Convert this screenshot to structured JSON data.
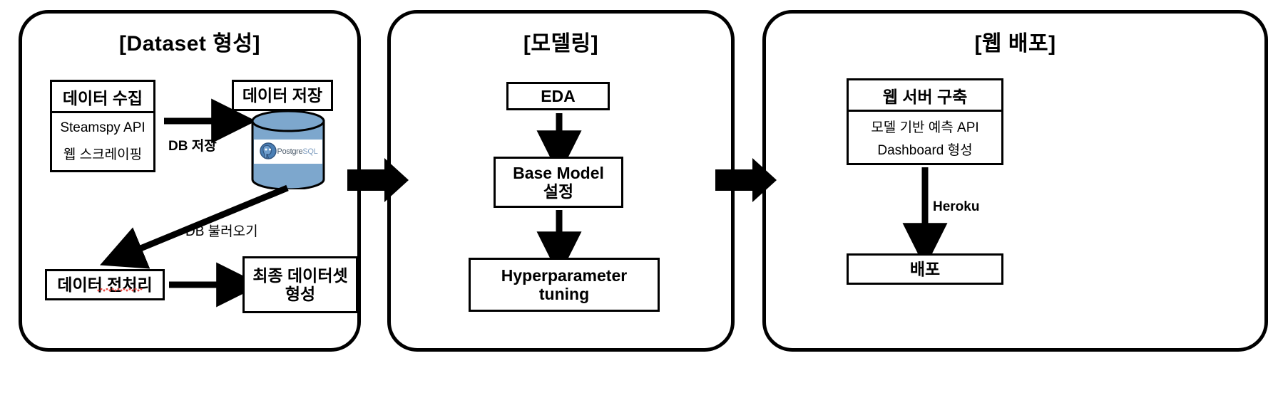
{
  "diagram": {
    "title": "Project pipeline flowchart",
    "colors": {
      "stroke": "#000000",
      "background": "#ffffff",
      "cylinder_fill": "#7da7cd",
      "cylinder_stroke": "#000000",
      "spellcheck_underline": "#e8413c",
      "postgres_logo_dark": "#4a5a6a",
      "postgres_logo_blue": "#7f9ec0"
    },
    "panels": [
      {
        "id": "dataset",
        "title": "[Dataset 형성]",
        "nodes": [
          {
            "id": "data-collection",
            "type": "stack",
            "header": "데이터 수집",
            "rows": [
              "Steamspy API",
              "웹 스크레이핑"
            ]
          },
          {
            "id": "data-storage",
            "type": "stack-with-cylinder",
            "header": "데이터 저장",
            "cylinder_logo": {
              "prefix": "Postgre",
              "suffix": "SQL"
            }
          },
          {
            "id": "data-preprocessing",
            "type": "box",
            "label": "데이터 전처리",
            "spellcheck": true
          },
          {
            "id": "final-dataset",
            "type": "box",
            "label": "최종 데이터셋\n형성",
            "line1": "최종 데이터셋",
            "line2": "형성"
          }
        ],
        "edges": [
          {
            "id": "collect-to-store",
            "label": "DB 저장",
            "direction": "right"
          },
          {
            "id": "store-to-preprocess",
            "label": "DB 불러오기",
            "direction": "diagonal-down-left"
          },
          {
            "id": "preprocess-to-final",
            "label": "",
            "direction": "right"
          }
        ]
      },
      {
        "id": "modeling",
        "title": "[모델링]",
        "nodes": [
          {
            "id": "eda",
            "type": "box",
            "label": "EDA"
          },
          {
            "id": "base-model",
            "type": "box",
            "line1": "Base Model",
            "line2": "설정"
          },
          {
            "id": "hyperparameter-tuning",
            "type": "box",
            "line1": "Hyperparameter",
            "line2": "tuning"
          }
        ],
        "edges": [
          {
            "id": "eda-to-base",
            "label": "",
            "direction": "down"
          },
          {
            "id": "base-to-tuning",
            "label": "",
            "direction": "down"
          }
        ]
      },
      {
        "id": "web-deploy",
        "title": "[웹 배포]",
        "nodes": [
          {
            "id": "web-server",
            "type": "stack",
            "header": "웹 서버 구축",
            "rows": [
              "모델 기반 예측 API",
              "Dashboard 형성"
            ]
          },
          {
            "id": "deploy",
            "type": "box",
            "label": "배포"
          }
        ],
        "edges": [
          {
            "id": "server-to-deploy",
            "label": "Heroku",
            "direction": "down"
          }
        ]
      }
    ],
    "connectors": [
      {
        "id": "dataset-to-modeling",
        "type": "block-arrow",
        "direction": "right"
      },
      {
        "id": "modeling-to-deploy",
        "type": "block-arrow",
        "direction": "right"
      }
    ]
  }
}
